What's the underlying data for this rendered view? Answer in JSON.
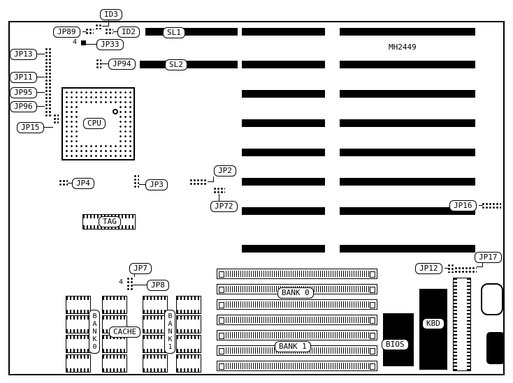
{
  "colors": {
    "ink": "#000000",
    "background": "#ffffff"
  },
  "board": {
    "model": "MH2449"
  },
  "slots": {
    "sl1": "SL1",
    "sl2": "SL2"
  },
  "jumpers": {
    "id3": "ID3",
    "id2": "ID2",
    "jp89": "JP89",
    "jp33": "JP33",
    "jp94": "JP94",
    "jp13": "JP13",
    "jp11": "JP11",
    "jp95": "JP95",
    "jp96": "JP96",
    "jp15": "JP15",
    "jp4": "JP4",
    "jp3": "JP3",
    "jp2": "JP2",
    "jp72": "JP72",
    "jp16": "JP16",
    "jp7": "JP7",
    "jp8": "JP8",
    "jp12": "JP12",
    "jp17": "JP17",
    "pin4_top": "4",
    "pin4_bottom": "4"
  },
  "chips": {
    "cpu": "CPU",
    "tag": "TAG",
    "cache": "CACHE",
    "cache_bank0": "BANK0",
    "cache_bank1": "BANK1",
    "bios": "BIOS",
    "kbd": "KBD"
  },
  "memory": {
    "bank0": "BANK 0",
    "bank1": "BANK 1"
  }
}
